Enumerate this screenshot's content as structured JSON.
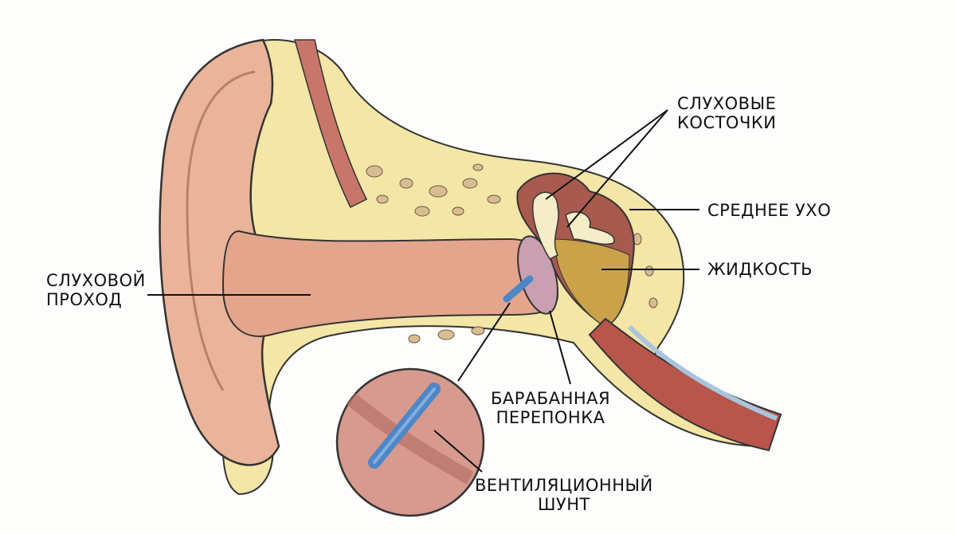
{
  "labels": {
    "ossicles": [
      "СЛУХОВЫЕ",
      "КОСТОЧКИ"
    ],
    "middle_ear": "СРЕДНЕЕ УХО",
    "fluid": "ЖИДКОСТЬ",
    "ear_canal": [
      "СЛУХОВОЙ",
      "ПРОХОД"
    ],
    "eardrum": [
      "БАРАБАННАЯ",
      "ПЕРЕПОНКА"
    ],
    "tube": [
      "ВЕНТИЛЯЦИОННЫЙ",
      "ШУНТ"
    ]
  },
  "colors": {
    "skin": "#e9b49a",
    "bone": "#f3e6a6",
    "tissue": "#b0675a",
    "fluid": "#c9a24a",
    "tube": "#4f86c6"
  }
}
